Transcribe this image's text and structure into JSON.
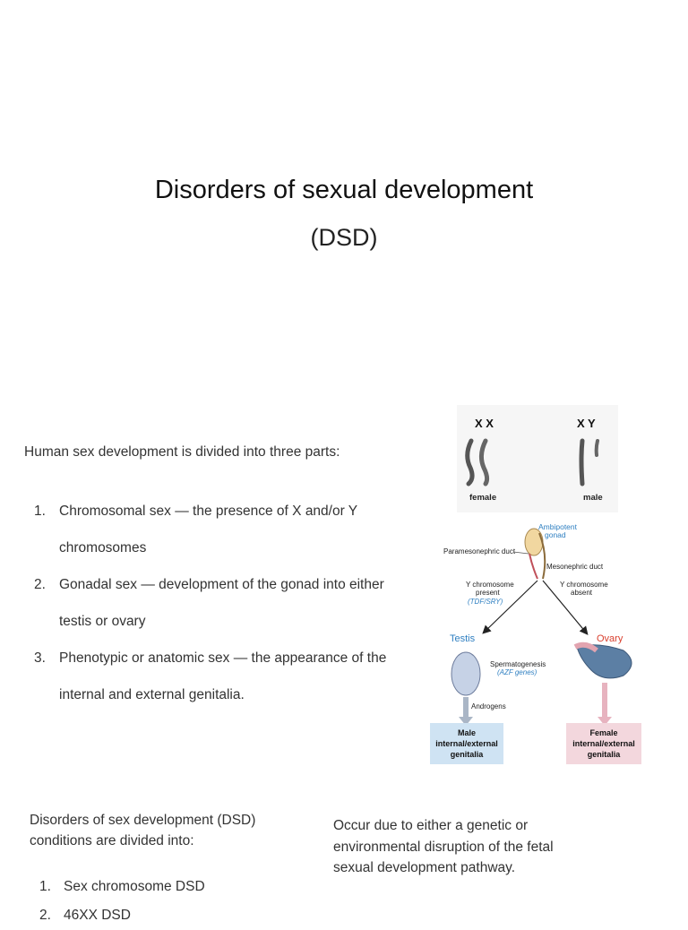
{
  "title": "Disorders of sexual development",
  "subtitle": "(DSD)",
  "intro": "Human sex development is divided into three parts:",
  "parts": [
    {
      "num": "1.",
      "text": "Chromosomal sex — the presence of X and/or Y chromosomes"
    },
    {
      "num": "2.",
      "text": "Gonadal sex — development of the gonad into either testis or ovary"
    },
    {
      "num": "3.",
      "text": "Phenotypic or anatomic sex — the appearance of the internal and external genitalia."
    }
  ],
  "figure": {
    "female_chromosomes": "X X",
    "male_chromosomes": "X Y",
    "female_label": "female",
    "male_label": "male",
    "ambipotent_1": "Ambipotent",
    "ambipotent_2": "gonad",
    "paramesonephric": "Paramesonephric duct",
    "mesonephric": "Mesonephric duct",
    "y_present_1": "Y chromosome",
    "y_present_2": "present",
    "y_present_3": "(TDF/SRY)",
    "y_absent_1": "Y chromosome",
    "y_absent_2": "absent",
    "testis": "Testis",
    "ovary": "Ovary",
    "spermatogenesis_1": "Spermatogenesis",
    "spermatogenesis_2": "(AZF genes)",
    "androgens": "Androgens",
    "male_box_1": "Male",
    "male_box_2": "internal/external",
    "male_box_3": "genitalia",
    "female_box_1": "Female",
    "female_box_2": "internal/external",
    "female_box_3": "genitalia",
    "colors": {
      "accent_blue": "#2e7fc1",
      "accent_red": "#d9402f",
      "male_box": "#cfe3f3",
      "female_box": "#f3d7dd"
    }
  },
  "dsd_intro": "Disorders of sex development (DSD) conditions are divided into:",
  "dsd_types": [
    {
      "num": "1.",
      "text": "Sex chromosome DSD"
    },
    {
      "num": "2.",
      "text": "46XX DSD"
    }
  ],
  "cause": "Occur due to either a genetic or environmental disruption of the fetal sexual development pathway."
}
